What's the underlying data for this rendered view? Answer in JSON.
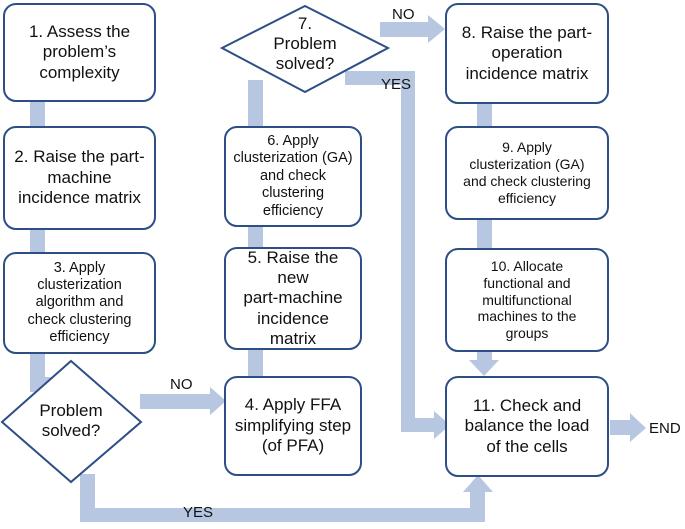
{
  "colors": {
    "connector": "#b7c7e1",
    "box_border": "#2e4f86",
    "text": "#111111",
    "background": "#ffffff"
  },
  "steps": {
    "s1": "1. Assess the\nproblem’s\ncomplexity",
    "s2": "2. Raise the part-\nmachine\nincidence matrix",
    "s3": "3. Apply\nclusterization\nalgorithm and\ncheck clustering\nefficiency",
    "d1": "Problem\nsolved?",
    "s4": "4. Apply FFA\nsimplifying step\n(of PFA)",
    "s5": "5. Raise the new\npart-machine\nincidence matrix",
    "s6": "6. Apply\nclusterization (GA)\nand check\nclustering\nefficiency",
    "d7": "7.\nProblem\nsolved?",
    "s8": "8. Raise the part-\noperation\nincidence matrix",
    "s9": "9. Apply\nclusterization (GA)\nand check clustering\nefficiency",
    "s10": "10. Allocate\nfunctional and\nmultifunctional\nmachines to the\ngroups",
    "s11": "11. Check and\nbalance the load\nof the cells"
  },
  "flow_labels": {
    "no_left": "NO",
    "yes_bottom": "YES",
    "no_top": "NO",
    "yes_right": "YES",
    "end": "END"
  }
}
